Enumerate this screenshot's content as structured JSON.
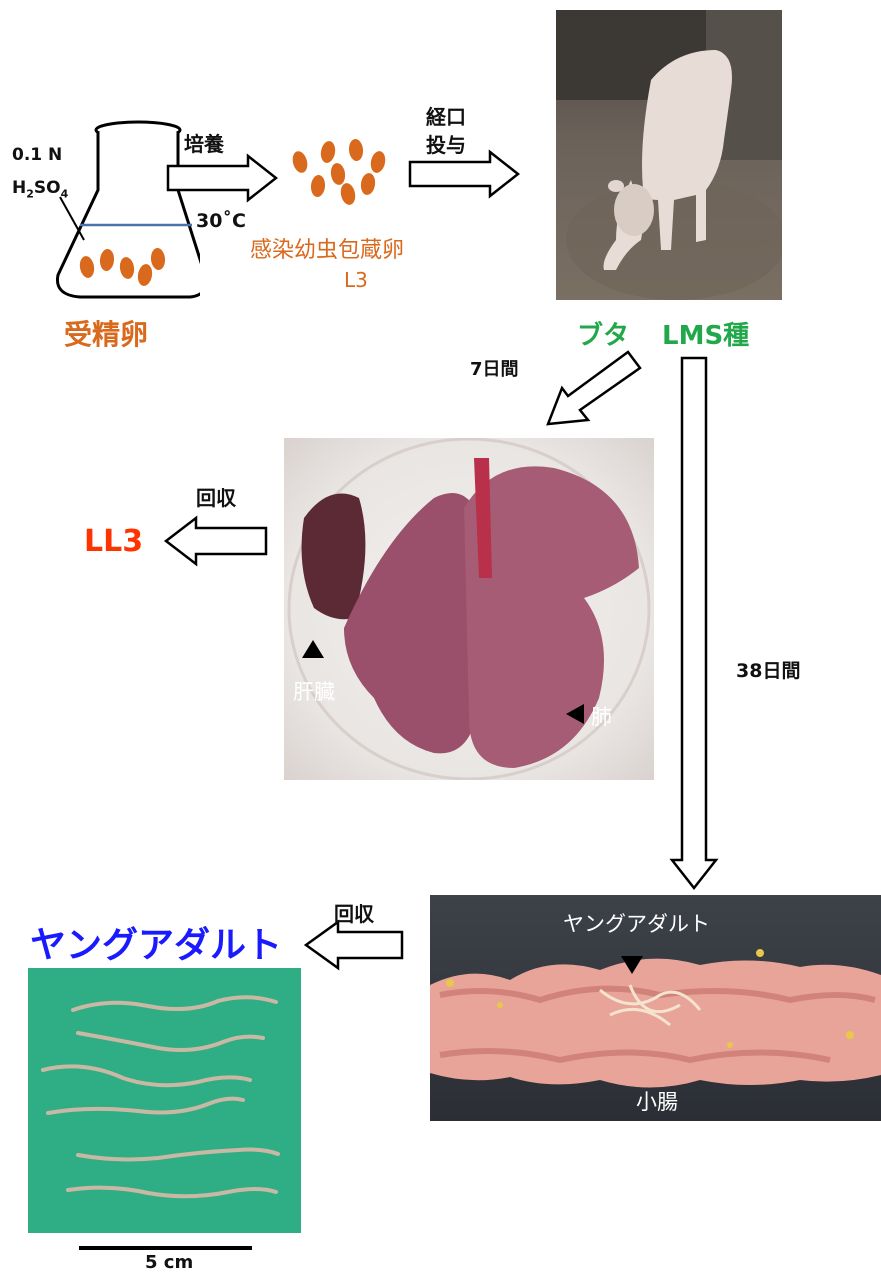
{
  "flask": {
    "reagent_line1": "0.1 N",
    "reagent_line2_main": "H",
    "reagent_line2_sub": "2",
    "reagent_line2_mid": "SO",
    "reagent_line2_sub2": "4",
    "caption": "受精卵"
  },
  "steps": {
    "culture": "培養",
    "temperature": "30˚C",
    "oral_line1": "経口",
    "oral_line2": "投与",
    "days7": "7日間",
    "days38": "38日間",
    "recover1": "回収",
    "recover2": "回収"
  },
  "eggs_label": {
    "name": "感染幼虫包蔵卵",
    "stage": "L3"
  },
  "pig": {
    "label_a": "ブタ",
    "label_b": "LMS種"
  },
  "organs": {
    "liver": "肝臓",
    "lung": "肺"
  },
  "ll3": "LL3",
  "intestine": {
    "top_label": "ヤングアダルト",
    "bottom_label": "小腸"
  },
  "young_adult_title": "ヤングアダルト",
  "scale_bar": "5 cm",
  "colors": {
    "egg": "#d9691c",
    "pig_label": "#22a84b",
    "ll3": "#ff3300",
    "young_adult": "#1a1aff",
    "worm_bg": "#2fae85"
  }
}
